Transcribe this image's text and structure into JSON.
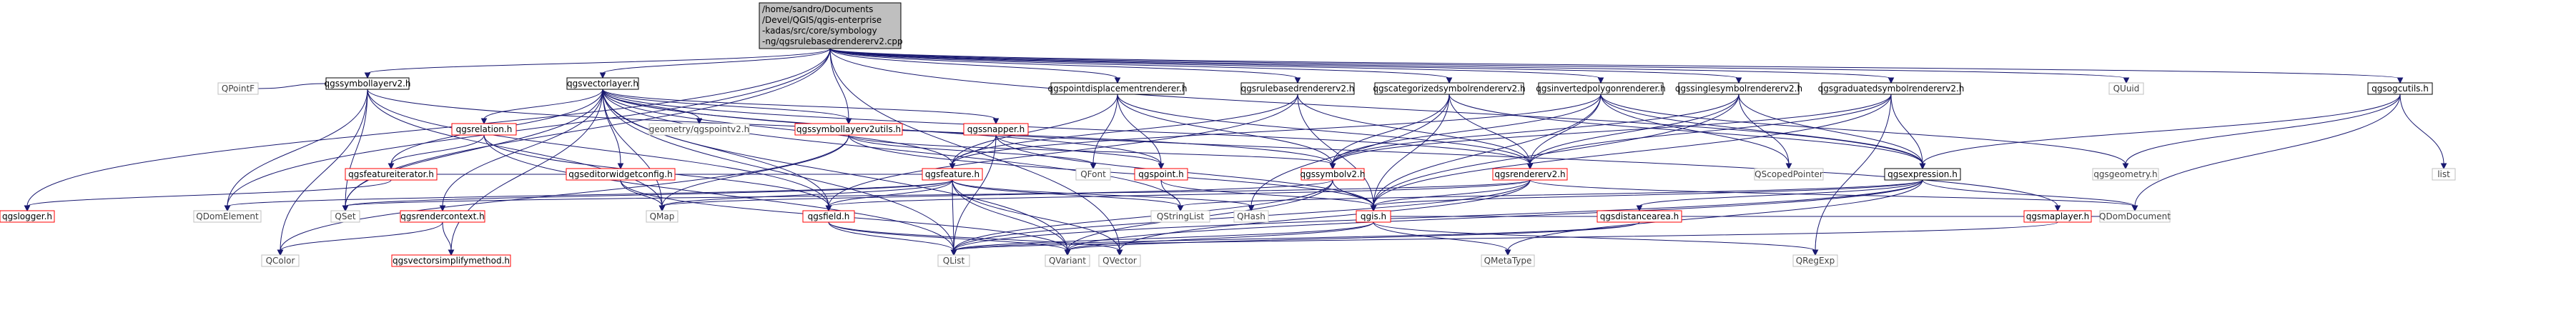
{
  "diagram": {
    "root": {
      "id": "root",
      "lines": [
        "/home/sandro/Documents",
        "/Devel/QGIS/qgis-enterprise",
        "-kadas/src/core/symbology",
        "-ng/qgsrulebasedrendererv2.cpp"
      ]
    },
    "nodes": [
      {
        "id": "qgssymbollayerv2",
        "label": "qgssymbollayerv2.h",
        "style": "black"
      },
      {
        "id": "qgsvectorlayer",
        "label": "qgsvectorlayer.h",
        "style": "black"
      },
      {
        "id": "qgspointdisplacement",
        "label": "qgspointdisplacementrenderer.h",
        "style": "black"
      },
      {
        "id": "qgsrulebasedrendererv2",
        "label": "qgsrulebasedrendererv2.h",
        "style": "black"
      },
      {
        "id": "qgscategorized",
        "label": "qgscategorizedsymbolrendererv2.h",
        "style": "black"
      },
      {
        "id": "qgsinverted",
        "label": "qgsinvertedpolygonrenderer.h",
        "style": "black"
      },
      {
        "id": "qgssingle",
        "label": "qgssinglesymbolrendererv2.h",
        "style": "black"
      },
      {
        "id": "qgsgraduated",
        "label": "qgsgraduatedsymbolrendererv2.h",
        "style": "black"
      },
      {
        "id": "quuid",
        "label": "QUuid",
        "style": "grey"
      },
      {
        "id": "qgsogcutils",
        "label": "qgsogcutils.h",
        "style": "black"
      },
      {
        "id": "qpointf",
        "label": "QPointF",
        "style": "grey"
      },
      {
        "id": "qgsrelation",
        "label": "qgsrelation.h",
        "style": "red"
      },
      {
        "id": "geometry",
        "label": "geometry/qgspointv2.h",
        "style": "grey"
      },
      {
        "id": "qgssymbollayerv2utils",
        "label": "qgssymbollayerv2utils.h",
        "style": "red"
      },
      {
        "id": "qgssnapper",
        "label": "qgssnapper.h",
        "style": "red"
      },
      {
        "id": "qgsfeatureiterator",
        "label": "qgsfeatureiterator.h",
        "style": "red"
      },
      {
        "id": "qgseditorwidgetconfig",
        "label": "qgseditorwidgetconfig.h",
        "style": "red"
      },
      {
        "id": "qfont",
        "label": "QFont",
        "style": "grey"
      },
      {
        "id": "qgsfeature",
        "label": "qgsfeature.h",
        "style": "red"
      },
      {
        "id": "qgspoint",
        "label": "qgspoint.h",
        "style": "red"
      },
      {
        "id": "qgssymbolv2",
        "label": "qgssymbolv2.h",
        "style": "red"
      },
      {
        "id": "qgsrendererv2",
        "label": "qgsrendererv2.h",
        "style": "red"
      },
      {
        "id": "qscopedpointer",
        "label": "QScopedPointer",
        "style": "grey"
      },
      {
        "id": "qgsexpression",
        "label": "qgsexpression.h",
        "style": "black"
      },
      {
        "id": "qgsgeometry",
        "label": "qgsgeometry.h",
        "style": "grey"
      },
      {
        "id": "list",
        "label": "list",
        "style": "grey"
      },
      {
        "id": "qgslogger",
        "label": "qgslogger.h",
        "style": "red"
      },
      {
        "id": "qdomelement",
        "label": "QDomElement",
        "style": "grey"
      },
      {
        "id": "qset",
        "label": "QSet",
        "style": "grey"
      },
      {
        "id": "qgsrendercontext",
        "label": "qgsrendercontext.h",
        "style": "red"
      },
      {
        "id": "qmap",
        "label": "QMap",
        "style": "grey"
      },
      {
        "id": "qgsfield",
        "label": "qgsfield.h",
        "style": "red"
      },
      {
        "id": "qstringlist",
        "label": "QStringList",
        "style": "grey"
      },
      {
        "id": "qhash",
        "label": "QHash",
        "style": "grey"
      },
      {
        "id": "qgis",
        "label": "qgis.h",
        "style": "red"
      },
      {
        "id": "qgsdistancearea",
        "label": "qgsdistancearea.h",
        "style": "red"
      },
      {
        "id": "qgsmaplayer",
        "label": "qgsmaplayer.h",
        "style": "red"
      },
      {
        "id": "qdomdocument",
        "label": "QDomDocument",
        "style": "grey"
      },
      {
        "id": "qcolor",
        "label": "QColor",
        "style": "grey"
      },
      {
        "id": "qgsvectorsimplifymethod",
        "label": "qgsvectorsimplifymethod.h",
        "style": "red"
      },
      {
        "id": "qlist",
        "label": "QList",
        "style": "grey"
      },
      {
        "id": "qvariant",
        "label": "QVariant",
        "style": "grey"
      },
      {
        "id": "qvector",
        "label": "QVector",
        "style": "grey"
      },
      {
        "id": "qmetatype",
        "label": "QMetaType",
        "style": "grey"
      },
      {
        "id": "qregexp",
        "label": "QRegExp",
        "style": "grey"
      }
    ],
    "edges": [
      [
        "root",
        "qgssymbollayerv2"
      ],
      [
        "root",
        "qgsvectorlayer"
      ],
      [
        "root",
        "qgspointdisplacement"
      ],
      [
        "root",
        "qgsrulebasedrendererv2"
      ],
      [
        "root",
        "qgscategorized"
      ],
      [
        "root",
        "qgsinverted"
      ],
      [
        "root",
        "qgssingle"
      ],
      [
        "root",
        "qgsgraduated"
      ],
      [
        "root",
        "quuid"
      ],
      [
        "root",
        "qgsogcutils"
      ],
      [
        "root",
        "qgssymbollayerv2utils"
      ],
      [
        "root",
        "qgslogger"
      ],
      [
        "root",
        "qdomelement"
      ],
      [
        "root",
        "qset"
      ],
      [
        "root",
        "qgsexpression"
      ],
      [
        "root",
        "qvector"
      ],
      [
        "qgssymbollayerv2",
        "qpointf"
      ],
      [
        "qgssymbollayerv2",
        "qdomelement"
      ],
      [
        "qgssymbollayerv2",
        "qcolor"
      ],
      [
        "qgssymbollayerv2",
        "qset"
      ],
      [
        "qgssymbollayerv2",
        "qmap"
      ],
      [
        "qgssymbollayerv2",
        "qgssymbolv2"
      ],
      [
        "qgssymbollayerv2",
        "qgsfield"
      ],
      [
        "qgsvectorlayer",
        "qgsrelation"
      ],
      [
        "qgsvectorlayer",
        "geometry"
      ],
      [
        "qgsvectorlayer",
        "qgssymbollayerv2utils"
      ],
      [
        "qgsvectorlayer",
        "qgssnapper"
      ],
      [
        "qgsvectorlayer",
        "qgsfeatureiterator"
      ],
      [
        "qgsvectorlayer",
        "qgseditorwidgetconfig"
      ],
      [
        "qgsvectorlayer",
        "qgsfeature"
      ],
      [
        "qgsvectorlayer",
        "qset"
      ],
      [
        "qgsvectorlayer",
        "qmap"
      ],
      [
        "qgsvectorlayer",
        "qlist"
      ],
      [
        "qgsvectorlayer",
        "qstringlist"
      ],
      [
        "qgsvectorlayer",
        "qvariant"
      ],
      [
        "qgsvectorlayer",
        "qgsrendercontext"
      ],
      [
        "qgsvectorlayer",
        "qgsmaplayer"
      ],
      [
        "qgsvectorlayer",
        "qgsfield"
      ],
      [
        "qgsvectorlayer",
        "qgspoint"
      ],
      [
        "qgsvectorlayer",
        "qgsrendererv2"
      ],
      [
        "qgsvectorlayer",
        "qgsvectorsimplifymethod"
      ],
      [
        "qgsrelation",
        "qgsfeatureiterator"
      ],
      [
        "qgsrelation",
        "qgsfield"
      ],
      [
        "qgsrelation",
        "qlist"
      ],
      [
        "qgsfeatureiterator",
        "qgsfeature"
      ],
      [
        "qgsfeatureiterator",
        "qgslogger"
      ],
      [
        "qgseditorwidgetconfig",
        "qmap"
      ],
      [
        "qgseditorwidgetconfig",
        "qvariant"
      ],
      [
        "qgssymbollayerv2utils",
        "qmap"
      ],
      [
        "qgssymbollayerv2utils",
        "qfont"
      ],
      [
        "qgssymbollayerv2utils",
        "qgssymbolv2"
      ],
      [
        "qgssymbollayerv2utils",
        "qcolor"
      ],
      [
        "qgssymbollayerv2utils",
        "qgis"
      ],
      [
        "qgssnapper",
        "qgspoint"
      ],
      [
        "qgssnapper",
        "qgsfeature"
      ],
      [
        "qgssnapper",
        "qlist"
      ],
      [
        "qgssnapper",
        "qgis"
      ],
      [
        "qgspointdisplacement",
        "qgsfeature"
      ],
      [
        "qgspointdisplacement",
        "qgssymbolv2"
      ],
      [
        "qgspointdisplacement",
        "qfont"
      ],
      [
        "qgspointdisplacement",
        "qgspoint"
      ],
      [
        "qgspointdisplacement",
        "qgsrendererv2"
      ],
      [
        "qgsrulebasedrendererv2",
        "qgsfield"
      ],
      [
        "qgsrulebasedrendererv2",
        "qgsfeature"
      ],
      [
        "qgsrulebasedrendererv2",
        "qgis"
      ],
      [
        "qgsrulebasedrendererv2",
        "qgsrendererv2"
      ],
      [
        "qgscategorized",
        "qgssymbolv2"
      ],
      [
        "qgscategorized",
        "qgsrendererv2"
      ],
      [
        "qgscategorized",
        "qgsexpression"
      ],
      [
        "qgscategorized",
        "qhash"
      ],
      [
        "qgscategorized",
        "qgis"
      ],
      [
        "qgsinverted",
        "qgsrendererv2"
      ],
      [
        "qgsinverted",
        "qgssymbolv2"
      ],
      [
        "qgsinverted",
        "qgsexpression"
      ],
      [
        "qgsinverted",
        "qscopedpointer"
      ],
      [
        "qgsinverted",
        "qgsfeature"
      ],
      [
        "qgsinverted",
        "qgsgeometry"
      ],
      [
        "qgsinverted",
        "qgis"
      ],
      [
        "qgssingle",
        "qgsrendererv2"
      ],
      [
        "qgssingle",
        "qgssymbolv2"
      ],
      [
        "qgssingle",
        "qgsexpression"
      ],
      [
        "qgssingle",
        "qscopedpointer"
      ],
      [
        "qgssingle",
        "qgis"
      ],
      [
        "qgsgraduated",
        "qgsrendererv2"
      ],
      [
        "qgsgraduated",
        "qgssymbolv2"
      ],
      [
        "qgsgraduated",
        "qgsexpression"
      ],
      [
        "qgsgraduated",
        "qregexp"
      ],
      [
        "qgsgraduated",
        "qgis"
      ],
      [
        "qgsogcutils",
        "list"
      ],
      [
        "qgsogcutils",
        "qgsgeometry"
      ],
      [
        "qgsogcutils",
        "qgsexpression"
      ],
      [
        "qgsogcutils",
        "qdomdocument"
      ],
      [
        "qgsfeature",
        "qmap"
      ],
      [
        "qgsfeature",
        "qstringlist"
      ],
      [
        "qgsfeature",
        "qvariant"
      ],
      [
        "qgsfeature",
        "qlist"
      ],
      [
        "qgsfeature",
        "qhash"
      ],
      [
        "qgsfeature",
        "qvector"
      ],
      [
        "qgsfeature",
        "qgsfield"
      ],
      [
        "qgsfeature",
        "qset"
      ],
      [
        "qgsfeature",
        "qdomelement"
      ],
      [
        "qgspoint",
        "qgis"
      ],
      [
        "qgspoint",
        "qstringlist"
      ],
      [
        "qgssymbolv2",
        "qmap"
      ],
      [
        "qgssymbolv2",
        "qgis"
      ],
      [
        "qgssymbolv2",
        "qlist"
      ],
      [
        "qgssymbolv2",
        "qvariant"
      ],
      [
        "qgsrendererv2",
        "qgis"
      ],
      [
        "qgsrendererv2",
        "qgsfield"
      ],
      [
        "qgsrendererv2",
        "qset"
      ],
      [
        "qgsrendererv2",
        "qlist"
      ],
      [
        "qgsrendererv2",
        "qvector"
      ],
      [
        "qgsrendererv2",
        "qdomdocument"
      ],
      [
        "qgsexpression",
        "qgis"
      ],
      [
        "qgsexpression",
        "qstringlist"
      ],
      [
        "qgsexpression",
        "qvariant"
      ],
      [
        "qgsexpression",
        "qlist"
      ],
      [
        "qgsexpression",
        "qdomdocument"
      ],
      [
        "qgsexpression",
        "qmetatype"
      ],
      [
        "qgsexpression",
        "qgsdistancearea"
      ],
      [
        "qgsfield",
        "qlist"
      ],
      [
        "qgsfield",
        "qvariant"
      ],
      [
        "qgsfield",
        "qvector"
      ],
      [
        "qgis",
        "qlist"
      ],
      [
        "qgis",
        "qmetatype"
      ],
      [
        "qgis",
        "qregexp"
      ],
      [
        "qgis",
        "qvariant"
      ],
      [
        "qgsmaplayer",
        "qgis"
      ],
      [
        "qgsmaplayer",
        "qlist"
      ],
      [
        "qgsmaplayer",
        "qdomdocument"
      ],
      [
        "qgsdistancearea",
        "qlist"
      ],
      [
        "qgsdistancearea",
        "qvariant"
      ],
      [
        "qgsrendercontext",
        "qcolor"
      ],
      [
        "qgsrendercontext",
        "qgsvectorsimplifymethod"
      ]
    ]
  }
}
